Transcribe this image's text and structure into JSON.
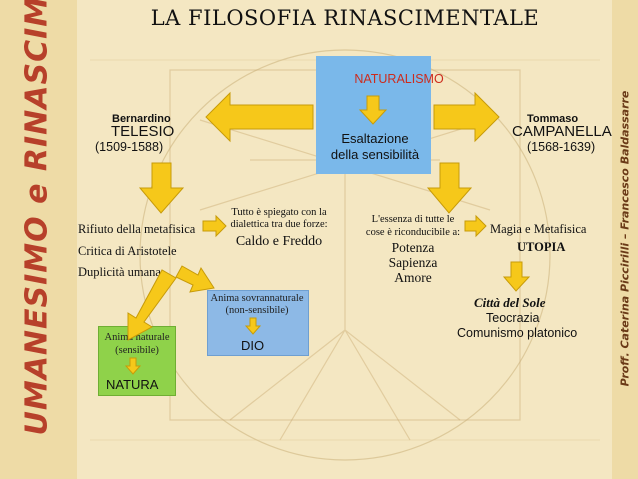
{
  "title": "LA FILOSOFIA RINASCIMENTALE",
  "side_title": "UMANESIMO e RINASCIMENTO",
  "side_credit": "Proff. Caterina Piccirilli – Francesco Baldassarre",
  "center": {
    "heading": "NATURALISMO",
    "line1": "Esaltazione",
    "line2": "della sensibilità"
  },
  "telesio": {
    "first_name": "Bernardino",
    "last_name": "TELESIO",
    "dates": "(1509-1588)",
    "points": [
      "Rifiuto della metafisica",
      "Critica di Aristotele",
      "Duplicità umana"
    ],
    "dialectic_line1": "Tutto è spiegato con la",
    "dialectic_line2": "dialettica tra due forze:",
    "forces": "Caldo e Freddo",
    "natural_soul": {
      "line1": "Anima naturale",
      "line2": "(sensibile)",
      "result": "NATURA"
    },
    "supernatural_soul": {
      "line1": "Anima sovrannaturale",
      "line2": "(non-sensibile)",
      "result": "DIO"
    }
  },
  "campanella": {
    "first_name": "Tommaso",
    "last_name": "CAMPANELLA",
    "dates": "(1568-1639)",
    "essence_line1": "L'essenza di tutte le",
    "essence_line2": "cose è riconducibile a:",
    "essences": [
      "Potenza",
      "Sapienza",
      "Amore"
    ],
    "magic": "Magia e Metafisica",
    "utopia": "UTOPIA",
    "book": "Città del Sole",
    "book_items": [
      "Teocrazia",
      "Comunismo platonico"
    ]
  },
  "colors": {
    "background": "#f4e7c2",
    "side_band": "#eedba6",
    "side_title": "#b7402a",
    "arrow": "#f6c81a",
    "center_box": "#7ab8ea",
    "heading_red": "#cc2b1d",
    "green_box": "#8fd24a",
    "blue_box": "#8db9e6"
  }
}
